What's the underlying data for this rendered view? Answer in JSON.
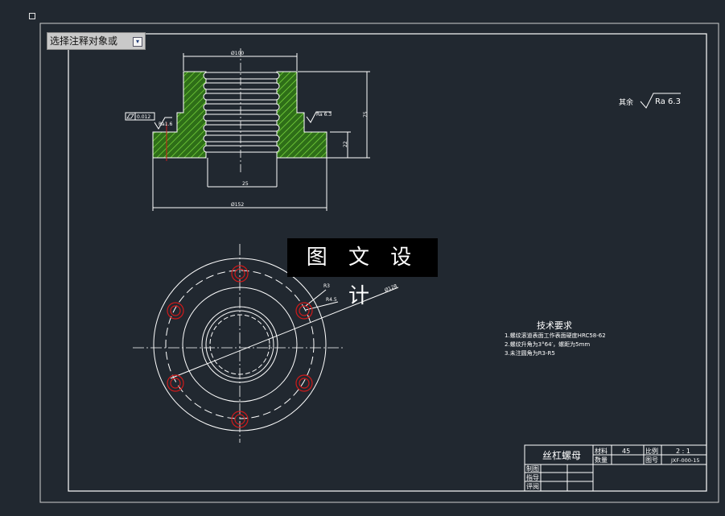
{
  "app": {
    "prompt_text": "选择注释对象或",
    "prompt_dropdown_icon": "chevron-down-icon"
  },
  "watermark": "图 文 设 计",
  "drawing": {
    "dimensions": {
      "top_width": "Ø100",
      "bottom_width": "Ø152",
      "bore": "25",
      "height": "75",
      "flange": "22",
      "surface_left": "Ra1.6",
      "surface_right": "Ra 6.3",
      "tolerance": "0.012",
      "radius_small": "R3",
      "radius_bolt": "R4.5",
      "diameter_pcd": "Ø128"
    },
    "roughness_note": {
      "label": "其余",
      "value": "Ra 6.3"
    },
    "tech_requirements": {
      "title": "技术要求",
      "lines": [
        "1.螺纹滚道表面工作表面硬度HRC58-62",
        "2.螺纹升角为3°64′，螺距为5mm",
        "3.未注圆角为R3-R5"
      ]
    },
    "title_block": {
      "part_name": "丝杠螺母",
      "material_label": "材料",
      "material_value": "45",
      "scale_label": "比例",
      "scale_value": "2 : 1",
      "quantity_label": "数量",
      "drawing_no_label": "图号",
      "drawing_no_value": "JXF-000-15",
      "drawn_label": "制图",
      "guide_label": "指导",
      "review_label": "评阅"
    }
  },
  "colors": {
    "background": "#212830",
    "line": "#ffffff",
    "hatch": "#4fb82a",
    "center_red": "#d11a1a"
  }
}
